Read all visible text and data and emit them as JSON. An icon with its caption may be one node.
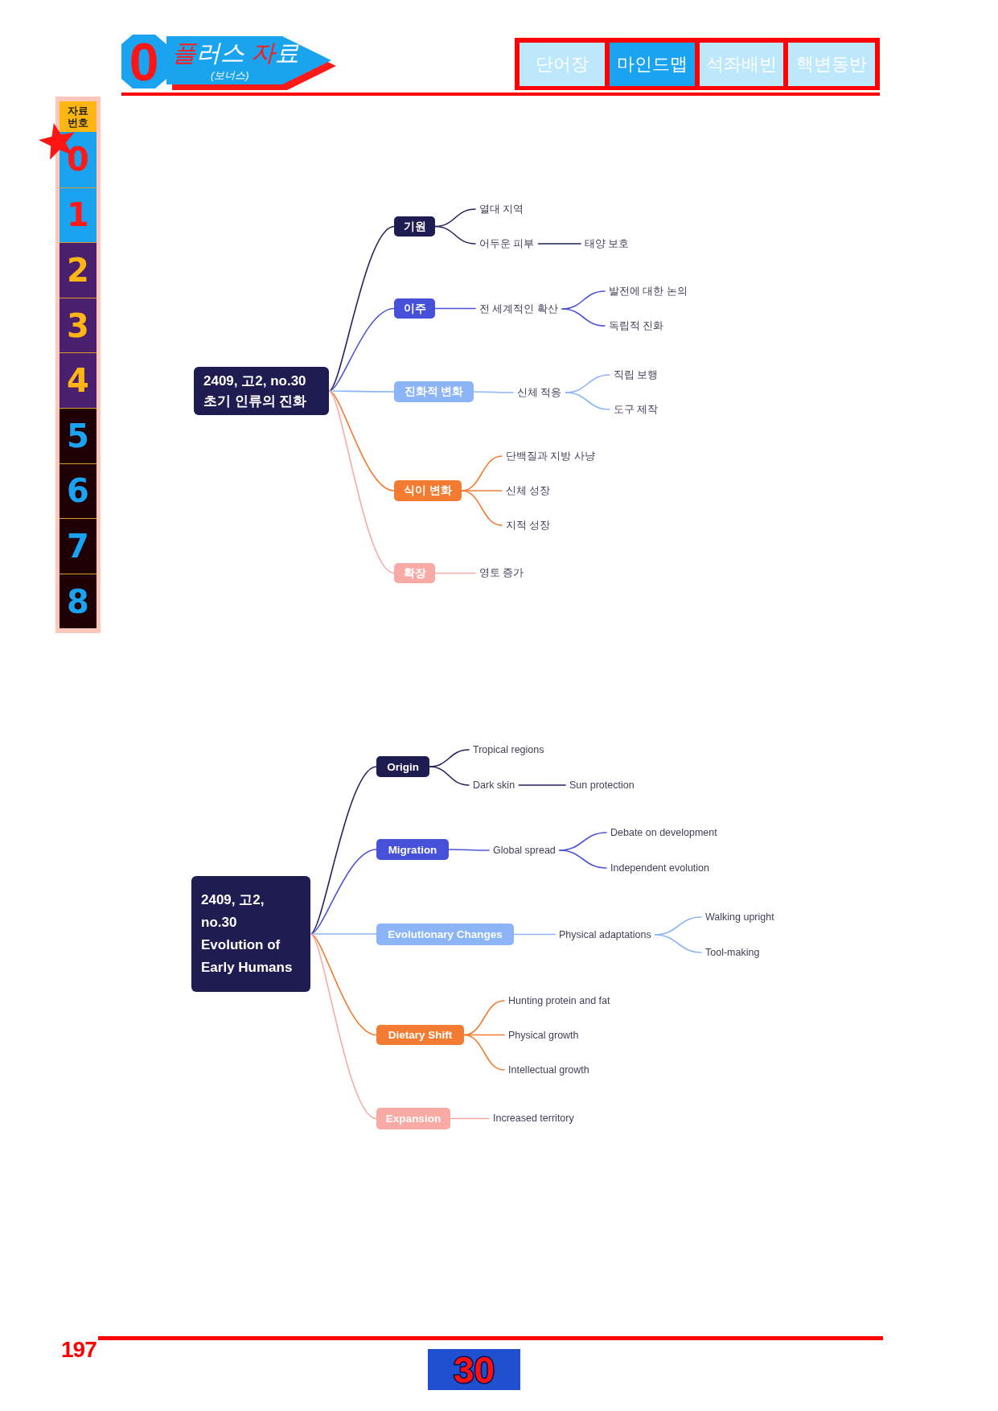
{
  "diagram": {
    "nodes": [
      {
        "text": [
          "2409, 고2, no.30 초기 인류의 진화"
        ]
      },
      {
        "text": [
          "기원"
        ]
      },
      {
        "text": [
          "열대 지역"
        ]
      },
      {
        "text": [
          "어두운 피부"
        ]
      },
      {
        "text": [
          "태양 보호"
        ]
      },
      {
        "text": [
          "이주"
        ]
      },
      {
        "text": [
          "전 세계적인 확산"
        ]
      },
      {
        "text": [
          "발전에 대한 논의"
        ]
      },
      {
        "text": [
          "독립적 진화"
        ]
      },
      {
        "text": [
          "진화적 변화"
        ]
      },
      {
        "text": [
          "신체 적응"
        ]
      },
      {
        "text": [
          "직립 보행"
        ]
      },
      {
        "text": [
          "도구 제작"
        ]
      },
      {
        "text": [
          "식이 변화"
        ]
      },
      {
        "text": [
          "단백질과 지방 사냥"
        ]
      },
      {
        "text": [
          "신체 성장"
        ]
      },
      {
        "text": [
          "지적 성장"
        ]
      },
      {
        "text": [
          "확장"
        ]
      },
      {
        "text": [
          "영토 증가"
        ]
      },
      {
        "text": [
          "2409, 고2, no.30 Evolution of Early Humans"
        ]
      },
      {
        "text": [
          "Origin"
        ]
      },
      {
        "text": [
          "Tropical regions"
        ]
      },
      {
        "text": [
          "Dark skin"
        ]
      },
      {
        "text": [
          "Sun protection"
        ]
      },
      {
        "text": [
          "Migration"
        ]
      },
      {
        "text": [
          "Global spread"
        ]
      },
      {
        "text": [
          "Debate on development"
        ]
      },
      {
        "text": [
          "Independent evolution"
        ]
      },
      {
        "text": [
          "Evolutionary Changes"
        ]
      },
      {
        "text": [
          "Physical adaptations"
        ]
      },
      {
        "text": [
          "Walking upright"
        ]
      },
      {
        "text": [
          "Tool-making"
        ]
      },
      {
        "text": [
          "Dietary Shift"
        ]
      },
      {
        "text": [
          "Hunting protein and fat"
        ]
      },
      {
        "text": [
          "Physical growth"
        ]
      },
      {
        "text": [
          "Intellectual growth"
        ]
      },
      {
        "text": [
          "Expansion"
        ]
      },
      {
        "text": [
          "Increased territory"
        ]
      }
    ],
    "edges": [
      {
        "from": 0,
        "to": 1,
        "arrow": "none",
        "color": "#24235a"
      },
      {
        "from": 1,
        "to": 2,
        "arrow": "none",
        "color": "#24235a"
      },
      {
        "from": 1,
        "to": 3,
        "arrow": "none",
        "color": "#24235a"
      },
      {
        "from": 3,
        "to": 4,
        "arrow": "none",
        "color": "#24235a"
      },
      {
        "from": 0,
        "to": 5,
        "arrow": "none",
        "color": "#4c55d5"
      },
      {
        "from": 5,
        "to": 6,
        "arrow": "none",
        "color": "#4c55d5"
      },
      {
        "from": 6,
        "to": 7,
        "arrow": "none",
        "color": "#4c55d5"
      },
      {
        "from": 6,
        "to": 8,
        "arrow": "none",
        "color": "#4c55d5"
      },
      {
        "from": 0,
        "to": 9,
        "arrow": "none",
        "color": "#8bb5f8"
      },
      {
        "from": 9,
        "to": 10,
        "arrow": "none",
        "color": "#8bb5f8"
      },
      {
        "from": 10,
        "to": 11,
        "arrow": "none",
        "color": "#8bb5f8"
      },
      {
        "from": 10,
        "to": 12,
        "arrow": "none",
        "color": "#8bb5f8"
      },
      {
        "from": 0,
        "to": 13,
        "arrow": "none",
        "color": "#f47c32"
      },
      {
        "from": 13,
        "to": 14,
        "arrow": "none",
        "color": "#f47c32"
      },
      {
        "from": 13,
        "to": 15,
        "arrow": "none",
        "color": "#f47c32"
      },
      {
        "from": 13,
        "to": 16,
        "arrow": "none",
        "color": "#f47c32"
      },
      {
        "from": 0,
        "to": 17,
        "arrow": "none",
        "color": "#f9aaa5"
      },
      {
        "from": 17,
        "to": 18,
        "arrow": "none",
        "color": "#f9aaa5"
      },
      {
        "from": 19,
        "to": 20,
        "arrow": "none",
        "color": "#24235a"
      },
      {
        "from": 20,
        "to": 21,
        "arrow": "none",
        "color": "#24235a"
      },
      {
        "from": 20,
        "to": 22,
        "arrow": "none",
        "color": "#24235a"
      },
      {
        "from": 22,
        "to": 23,
        "arrow": "none",
        "color": "#24235a"
      },
      {
        "from": 19,
        "to": 24,
        "arrow": "none",
        "color": "#4c55d5"
      },
      {
        "from": 24,
        "to": 25,
        "arrow": "none",
        "color": "#4c55d5"
      },
      {
        "from": 25,
        "to": 26,
        "arrow": "none",
        "color": "#4c55d5"
      },
      {
        "from": 25,
        "to": 27,
        "arrow": "none",
        "color": "#4c55d5"
      },
      {
        "from": 19,
        "to": 28,
        "arrow": "none",
        "color": "#8bb5f8"
      },
      {
        "from": 28,
        "to": 29,
        "arrow": "none",
        "color": "#8bb5f8"
      },
      {
        "from": 29,
        "to": 30,
        "arrow": "none",
        "color": "#8bb5f8"
      },
      {
        "from": 29,
        "to": 31,
        "arrow": "none",
        "color": "#8bb5f8"
      },
      {
        "from": 19,
        "to": 32,
        "arrow": "none",
        "color": "#f47c32"
      },
      {
        "from": 32,
        "to": 33,
        "arrow": "none",
        "color": "#f47c32"
      },
      {
        "from": 32,
        "to": 34,
        "arrow": "none",
        "color": "#f47c32"
      },
      {
        "from": 32,
        "to": 35,
        "arrow": "none",
        "color": "#f47c32"
      },
      {
        "from": 19,
        "to": 36,
        "arrow": "none",
        "color": "#f9aaa5"
      },
      {
        "from": 36,
        "to": 37,
        "arrow": "none",
        "color": "#f9aaa5"
      }
    ],
    "labels": [
      "0",
      "플러스 자료",
      "(보너스)",
      "단어장",
      "마인드맵",
      "석좌배빈",
      "핵변동반",
      "자료 번호",
      "0",
      "1",
      "2",
      "3",
      "4",
      "5",
      "6",
      "7",
      "8",
      "197",
      "30"
    ]
  }
}
